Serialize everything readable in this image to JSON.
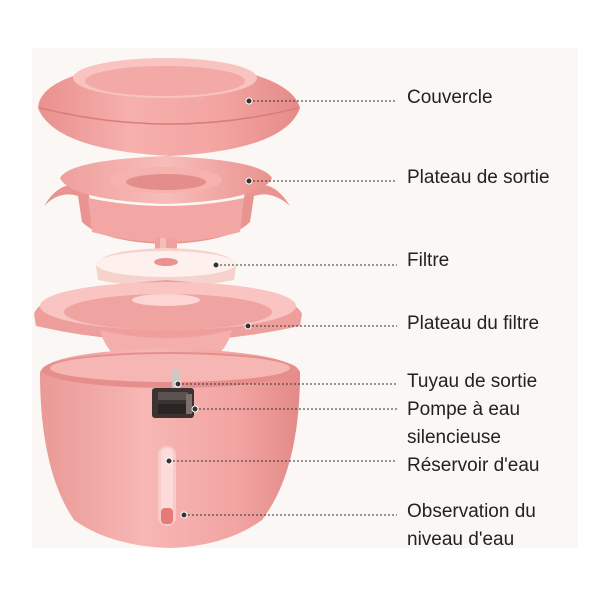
{
  "labels": {
    "couvercle": "Couvercle",
    "plateau_sortie": "Plateau de sortie",
    "filtre": "Filtre",
    "plateau_filtre": "Plateau du filtre",
    "tuyau_sortie": "Tuyau de sortie",
    "pompe_line1": "Pompe à eau",
    "pompe_line2": "silencieuse",
    "reservoir": "Réservoir d'eau",
    "observation_line1": "Observation du",
    "observation_line2": "niveau d'eau"
  },
  "colors": {
    "body_pink": "#f2a3a1",
    "body_pink_dark": "#e48b89",
    "body_pink_light": "#f7c1be",
    "filter_white": "#fbe9e6",
    "pump_dark": "#3a3332",
    "leader_line": "#333333",
    "text": "#222222"
  }
}
